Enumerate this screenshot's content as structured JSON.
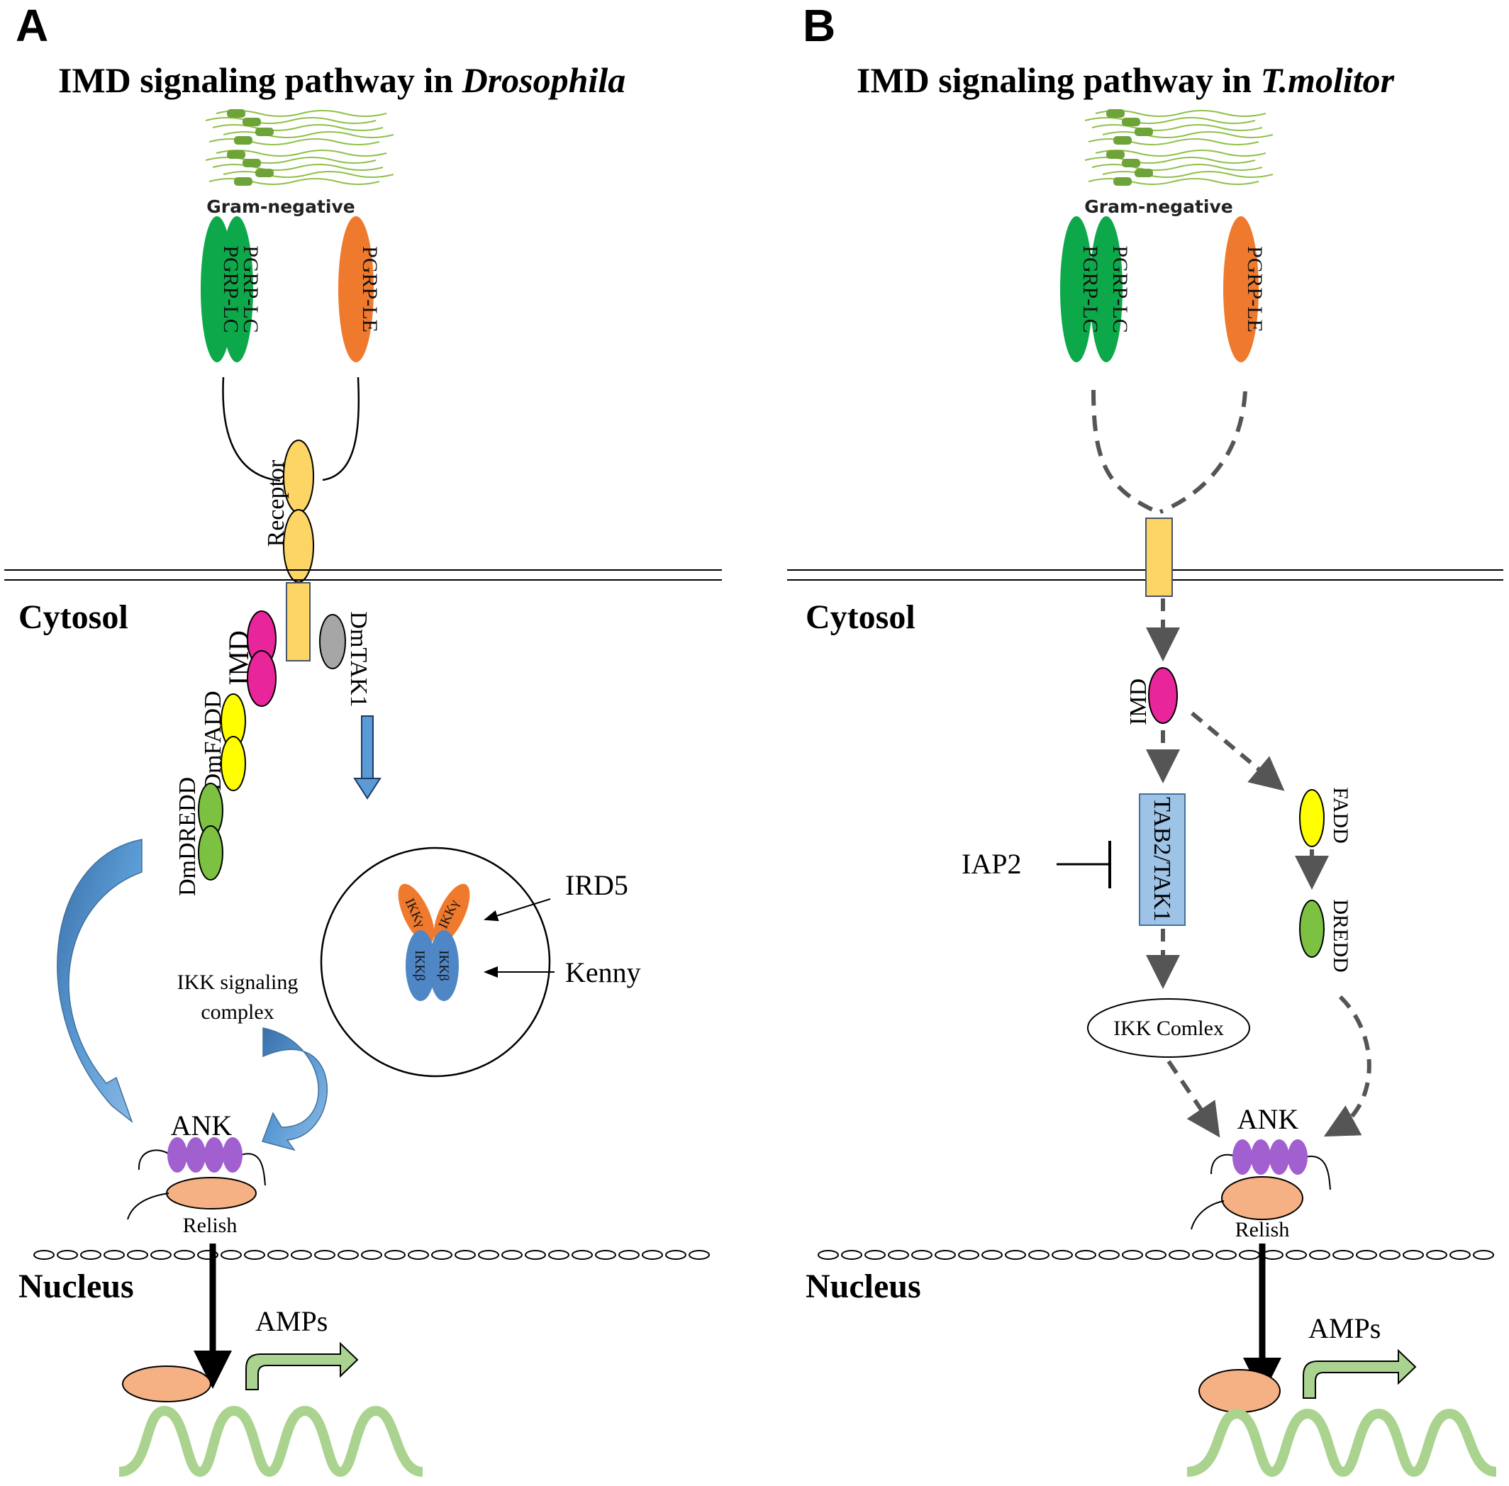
{
  "panel_a": {
    "letter": "A",
    "title_prefix": "IMD signaling pathway in ",
    "title_species": "Drosophila",
    "bacteria_label": "Gram-negative",
    "pgrp_lc_1": "PGRP-LC",
    "pgrp_lc_2": "PGRP-LC",
    "pgrp_le": "PGRP-LE",
    "receptor": "Receptor",
    "cytosol": "Cytosol",
    "imd": "IMD",
    "dmtak1": "DmTAK1",
    "dmfadd": "DmFADD",
    "dmdredd": "DmDREDD",
    "ikk_gamma_1": "IKKγ",
    "ikk_gamma_2": "IKKγ",
    "ikk_beta_1": "IKKβ",
    "ikk_beta_2": "IKKβ",
    "ird5": "IRD5",
    "kenny": "Kenny",
    "ikk_complex_line1": "IKK signaling",
    "ikk_complex_line2": "complex",
    "ank": "ANK",
    "relish": "Relish",
    "nucleus": "Nucleus",
    "amps": "AMPs"
  },
  "panel_b": {
    "letter": "B",
    "title_prefix": "IMD signaling pathway in ",
    "title_species": "T.molitor",
    "bacteria_label": "Gram-negative",
    "pgrp_lc_1": "PGRP-LC",
    "pgrp_lc_2": "PGRP-LC",
    "pgrp_le": "PGRP-LE",
    "cytosol": "Cytosol",
    "imd": "IMD",
    "tab2_tak1": "TAB2/TAK1",
    "iap2": "IAP2",
    "fadd": "FADD",
    "dredd": "DREDD",
    "ikk_complex": "IKK Comlex",
    "ank": "ANK",
    "relish": "Relish",
    "nucleus": "Nucleus",
    "amps": "AMPs"
  },
  "colors": {
    "pgrp_lc": "#0da84a",
    "pgrp_le": "#ef7a2e",
    "receptor": "#fdd565",
    "imd": "#e8259a",
    "tak1": "#a6a6a6",
    "fadd": "#ffff00",
    "dredd": "#7cc142",
    "ikk_gamma": "#ef7a2e",
    "ikk_beta": "#4f86c6",
    "ank": "#a25fd0",
    "relish": "#f5b183",
    "dna": "#a9d38e",
    "blue_arrow": "#5b9bd5",
    "tab_box": "#9dc3e6",
    "dashed": "#555555"
  }
}
